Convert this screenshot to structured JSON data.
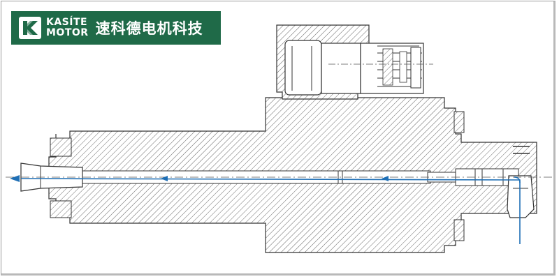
{
  "logo": {
    "brand_line_1": "KASÍTE",
    "brand_line_2": "MOTOR",
    "company_name": "速科德电机科技",
    "banner_color": "#1f6a48",
    "icon": "kasite-logo-mark"
  },
  "diagram": {
    "subject": "motorized spindle cross-section",
    "hatch_color": "#555555",
    "coolant_flow_color": "#1f6fb5",
    "flow_direction": "right-to-left"
  }
}
